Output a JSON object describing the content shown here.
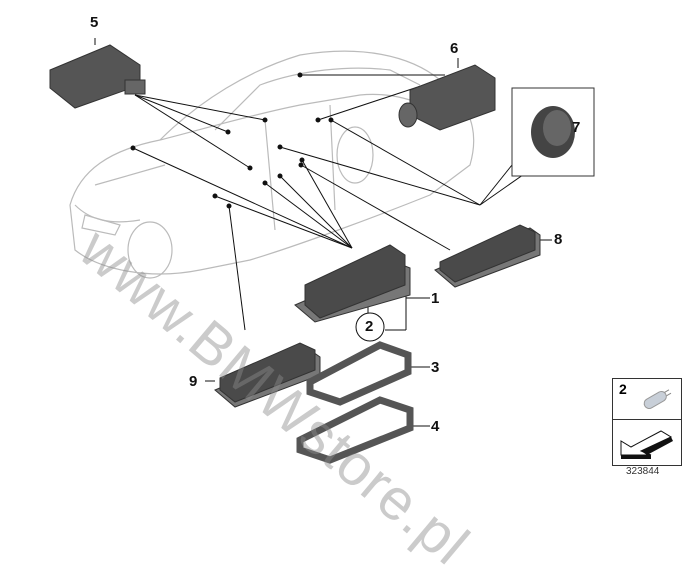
{
  "labels": {
    "p1": "1",
    "p2": "2",
    "p3": "3",
    "p4": "4",
    "p5": "5",
    "p6": "6",
    "p7": "7",
    "p8": "8",
    "p9": "9"
  },
  "watermark": "www.BMWstore.pl",
  "legend": {
    "part_number": "2",
    "bulb_icon": "bulb-icon",
    "arrow_icon": "arrow-icon"
  },
  "reference_number": "323844"
}
